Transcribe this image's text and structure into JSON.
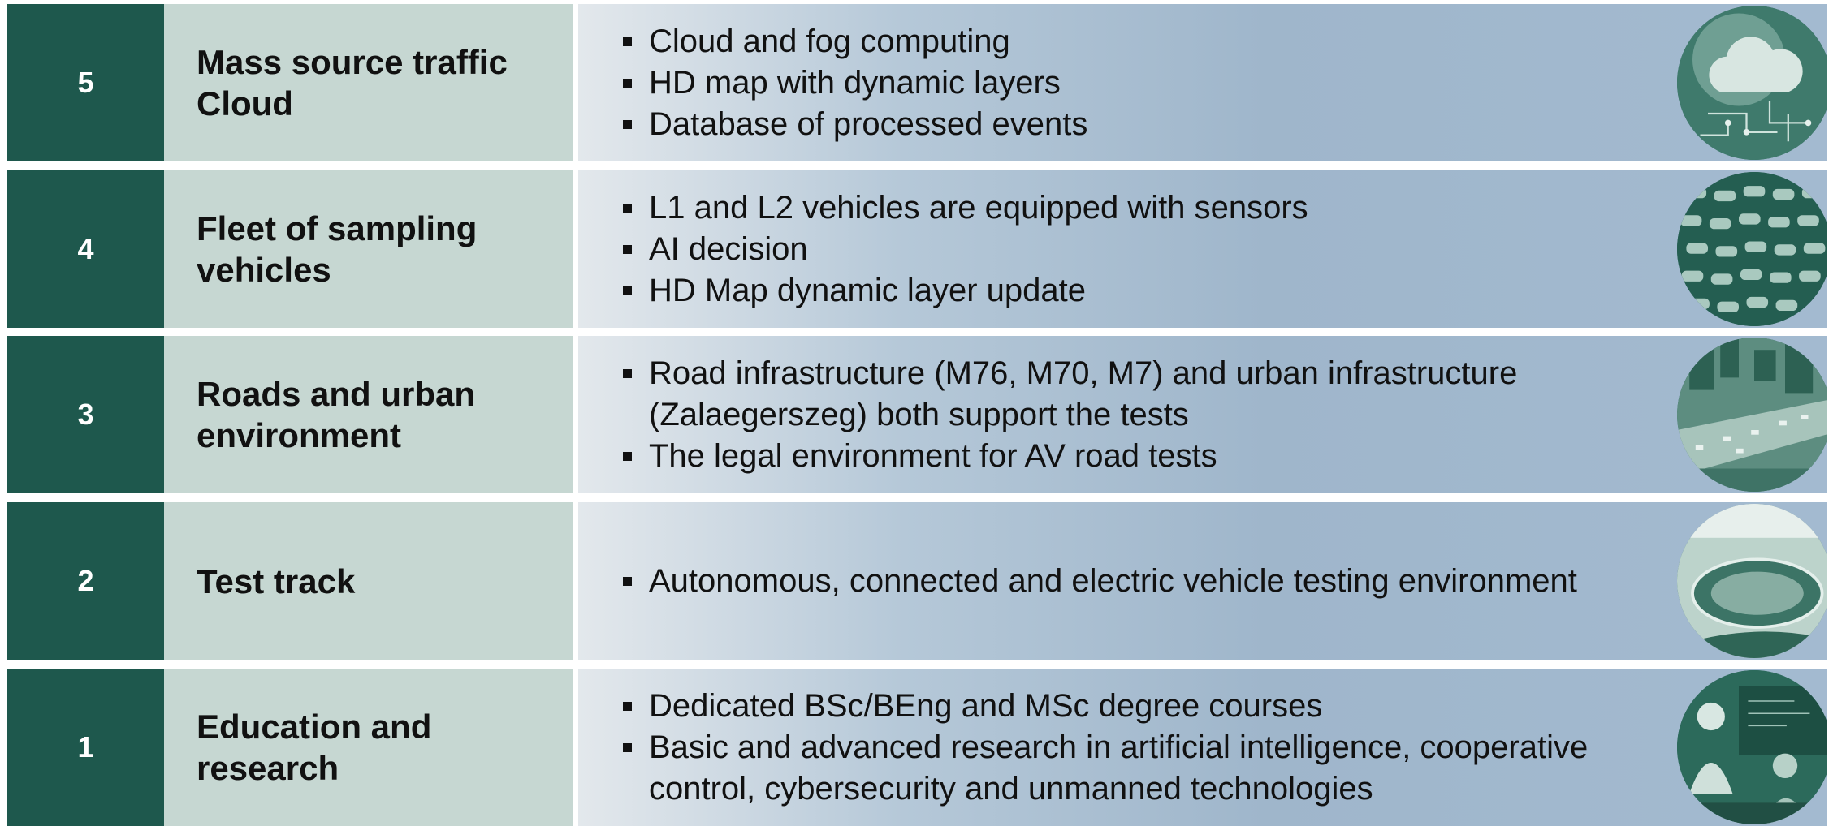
{
  "rows": [
    {
      "number": "5",
      "title": "Mass source traffic Cloud",
      "bullets": [
        "Cloud and fog computing",
        "HD map with dynamic layers",
        "Database of processed events"
      ],
      "image_icon": "cloud-computing-image"
    },
    {
      "number": "4",
      "title": "Fleet of sampling vehicles",
      "bullets": [
        "L1 and L2 vehicles are equipped with sensors",
        "AI decision",
        "HD Map dynamic layer update"
      ],
      "image_icon": "parked-cars-image"
    },
    {
      "number": "3",
      "title": "Roads and urban environment",
      "bullets": [
        "Road infrastructure (M76, M70, M7) and urban infrastructure (Zalaegerszeg) both support the tests",
        "The legal environment for AV road tests"
      ],
      "image_icon": "city-traffic-image"
    },
    {
      "number": "2",
      "title": "Test track",
      "bullets": [
        "Autonomous, connected and electric vehicle testing environment"
      ],
      "image_icon": "test-track-aerial-image"
    },
    {
      "number": "1",
      "title": "Education and research",
      "bullets": [
        "Dedicated BSc/BEng and MSc degree courses",
        "Basic and advanced research in artificial intelligence, cooperative control, cybersecurity and unmanned technologies"
      ],
      "image_icon": "classroom-image"
    }
  ],
  "colors": {
    "number_bg": "#1e584d",
    "title_bg": "#c6d7d2",
    "desc_gradient_start": "#e3e8ec",
    "desc_gradient_end": "#a3bad0",
    "photo_tint": "#2b6759"
  }
}
